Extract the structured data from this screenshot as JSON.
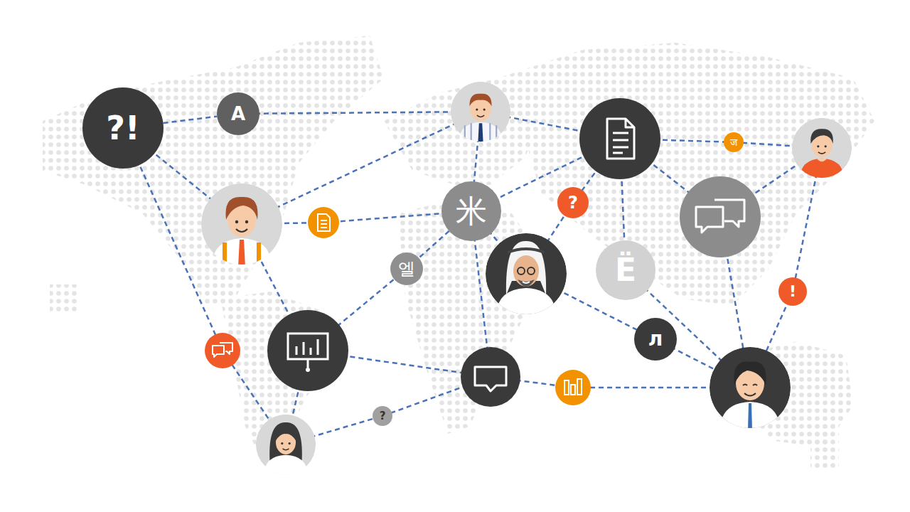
{
  "diagram": {
    "nodes": [
      {
        "text": [
          "A"
        ]
      },
      {
        "text": [
          "?!"
        ]
      },
      {
        "text": [
          "ज"
        ]
      },
      {
        "text": [
          "?"
        ]
      },
      {
        "text": [
          "米"
        ]
      },
      {
        "text": [
          "엘"
        ]
      },
      {
        "text": [
          "Ё"
        ]
      },
      {
        "text": [
          "!"
        ]
      },
      {
        "text": [
          "л"
        ]
      },
      {
        "text": [
          "?"
        ]
      }
    ],
    "edges": [
      {
        "from": 1,
        "to": 0,
        "arrow": "none"
      },
      {
        "from": 4,
        "to": 5,
        "arrow": "none"
      }
    ]
  }
}
